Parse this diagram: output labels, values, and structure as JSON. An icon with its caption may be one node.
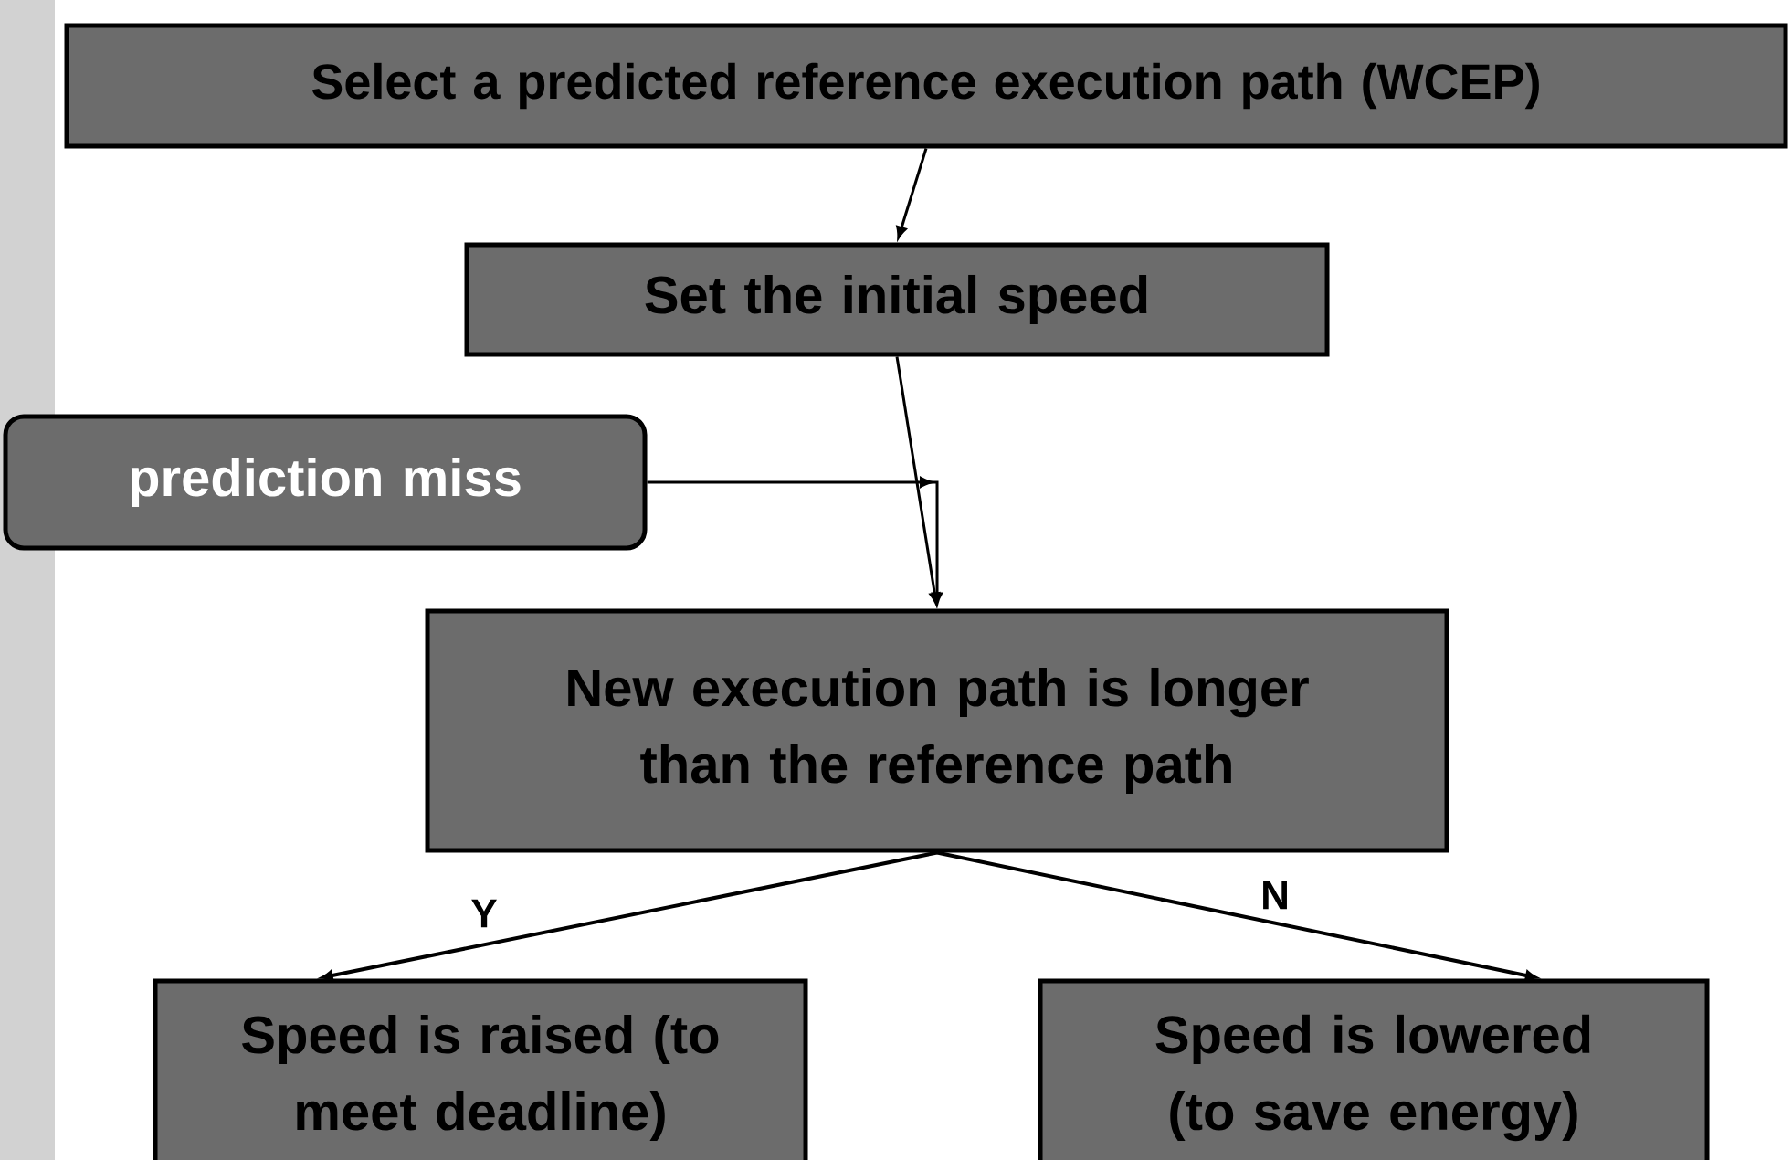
{
  "diagram": {
    "nodes": [
      {
        "text": [
          "Select a predicted reference execution path (WCEP)"
        ]
      },
      {
        "text": [
          "Set the initial speed"
        ]
      },
      {
        "text": [
          "prediction miss"
        ]
      },
      {
        "text": [
          "New execution path is longer than the reference path"
        ]
      },
      {
        "text": [
          "Speed is raised (to meet deadline)"
        ]
      },
      {
        "text": [
          "Speed is lowered (to save energy)"
        ]
      }
    ],
    "edges": [
      {
        "from": 0,
        "to": 1,
        "arrow": "to"
      },
      {
        "from": 1,
        "to": 3,
        "arrow": "to"
      },
      {
        "from": 2,
        "to": 3,
        "arrow": "to"
      },
      {
        "from": 3,
        "to": 4,
        "arrow": "to",
        "label": "Y"
      },
      {
        "from": 3,
        "to": 5,
        "arrow": "to",
        "label": "N"
      }
    ]
  }
}
